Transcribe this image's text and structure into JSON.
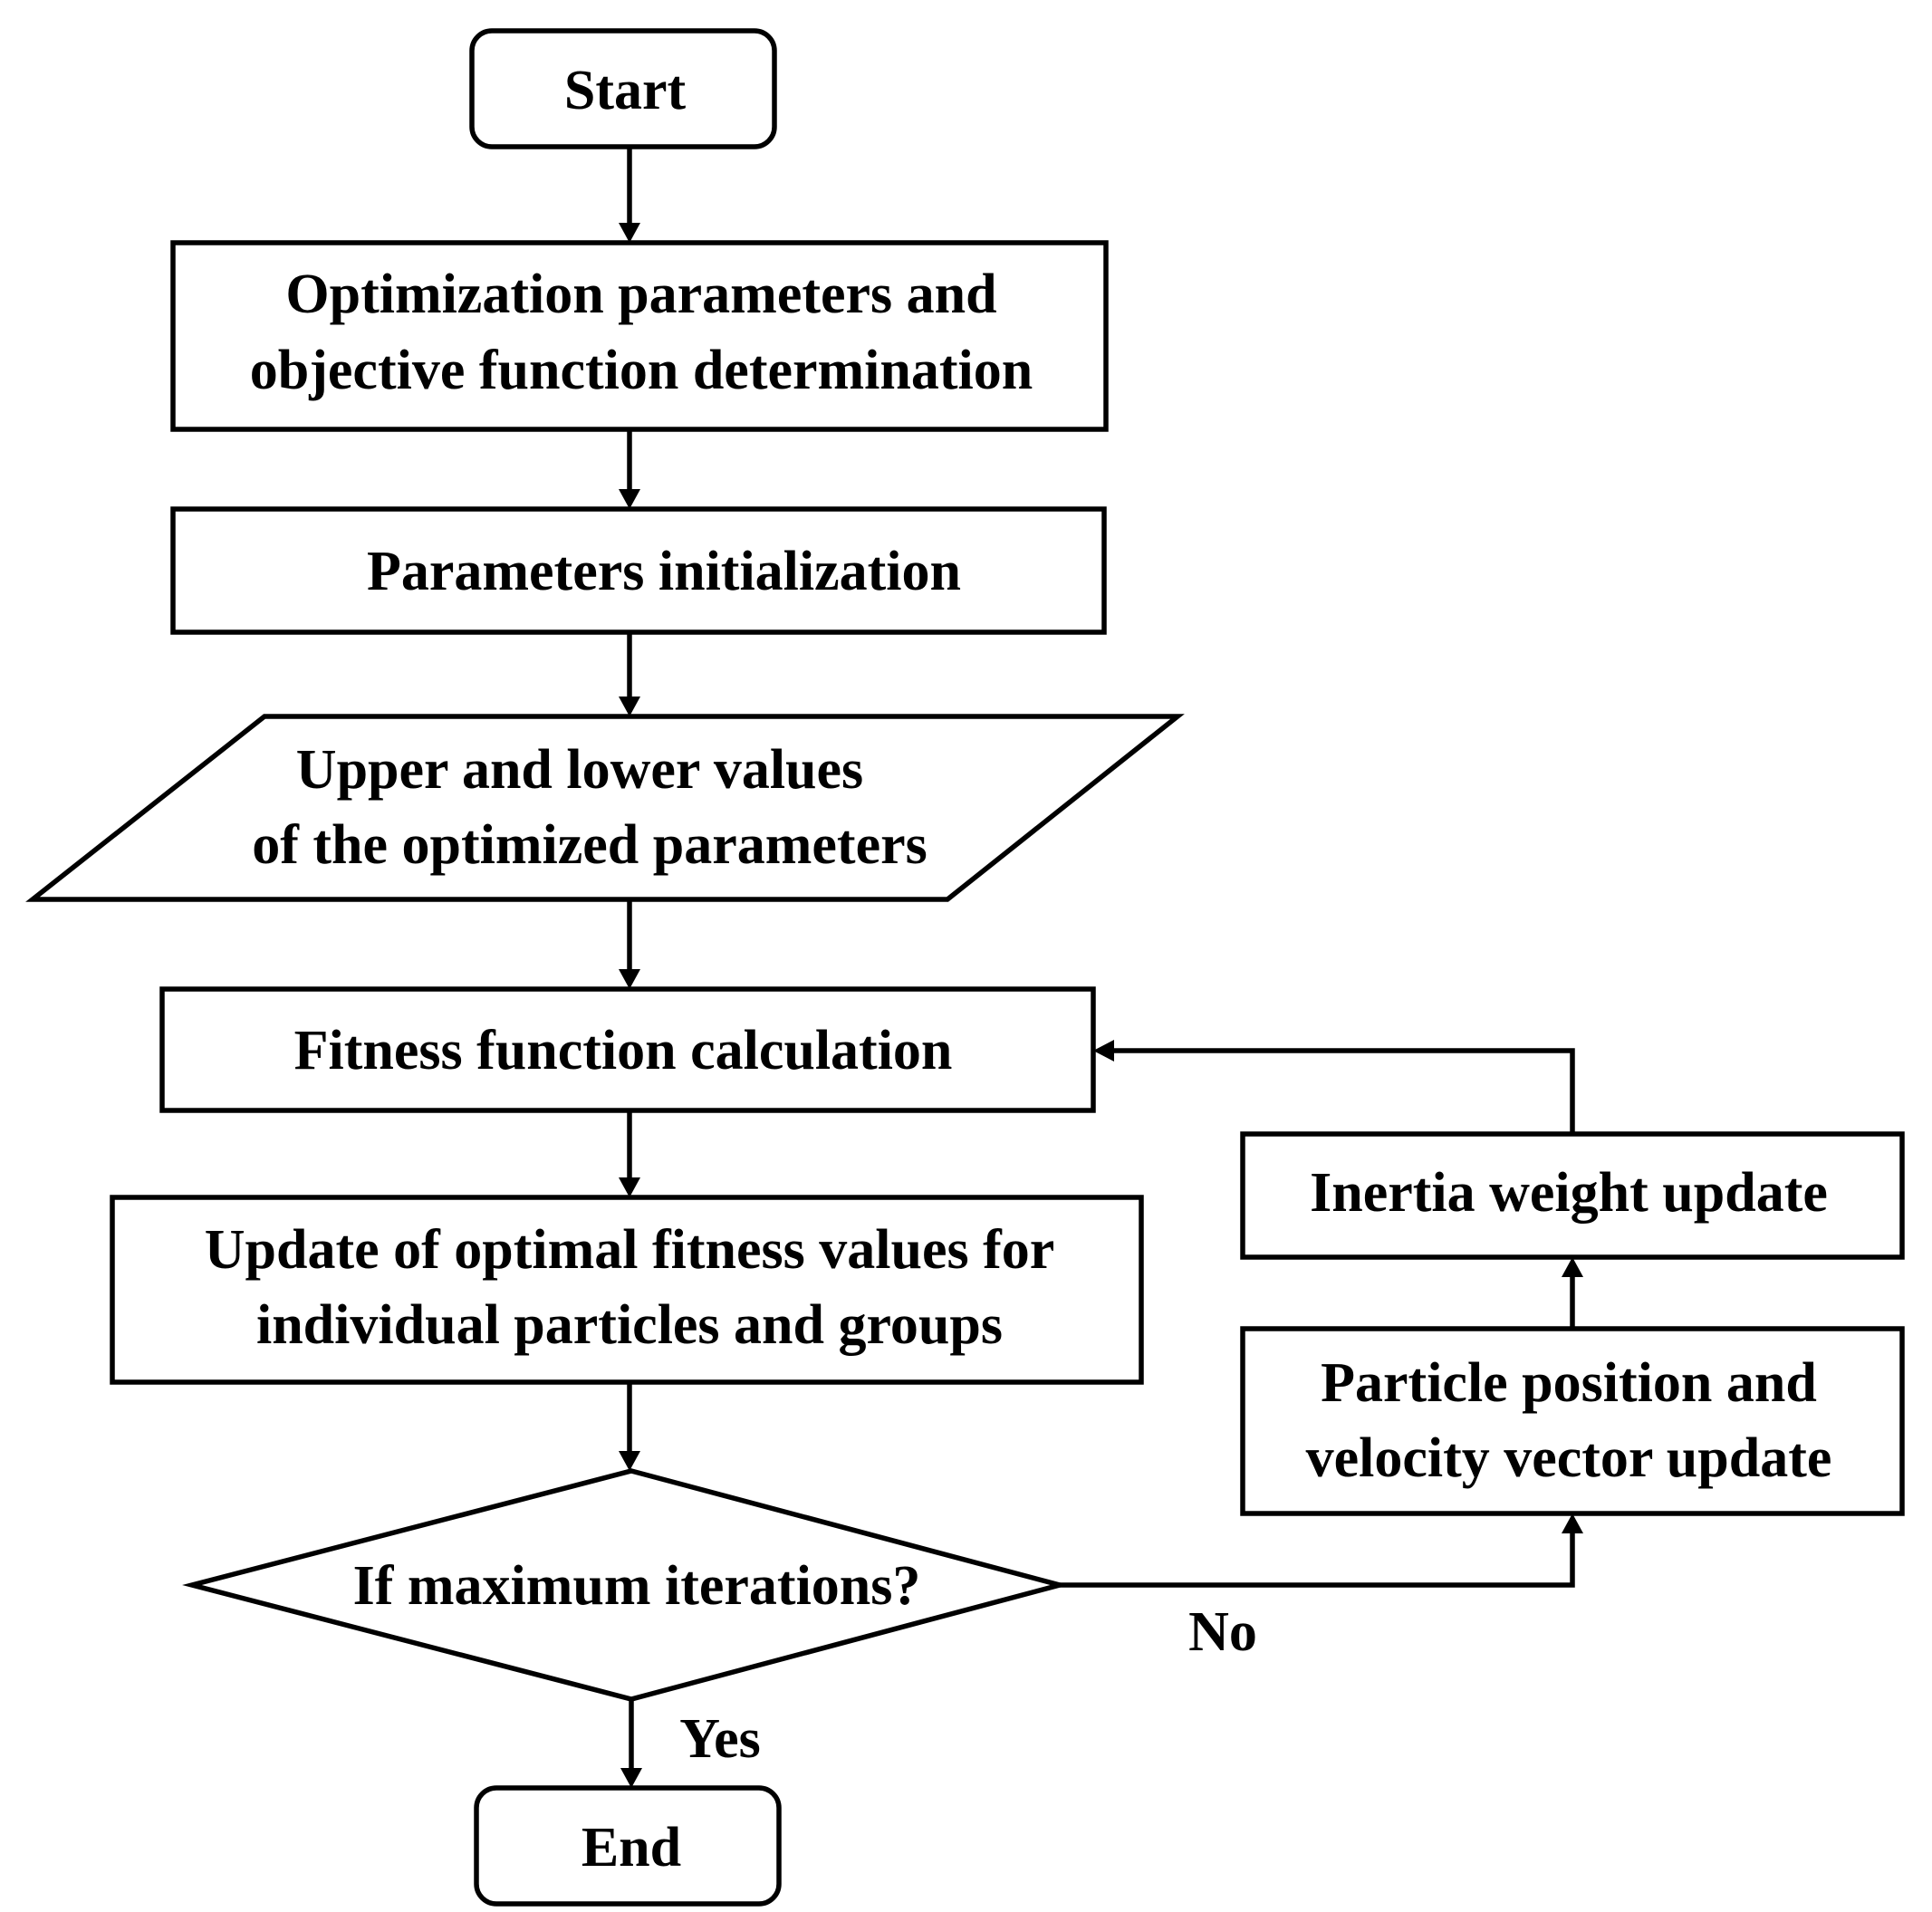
{
  "flowchart": {
    "start": {
      "lines": [
        "Start"
      ]
    },
    "objective": {
      "lines": [
        "Optimization parameters and",
        "objective function determination"
      ]
    },
    "init": {
      "lines": [
        "Parameters initialization"
      ]
    },
    "bounds": {
      "lines": [
        "Upper and lower values",
        "of the optimized parameters"
      ]
    },
    "fitness": {
      "lines": [
        "Fitness function calculation"
      ]
    },
    "update_optimal": {
      "lines": [
        "Update of optimal fitness values for",
        "individual particles and groups"
      ]
    },
    "decision": {
      "lines": [
        "If maximum iterations?"
      ]
    },
    "end": {
      "lines": [
        "End"
      ]
    },
    "inertia": {
      "lines": [
        "Inertia weight update"
      ]
    },
    "particle": {
      "lines": [
        "Particle position and",
        "velocity vector update"
      ]
    },
    "label_yes": "Yes",
    "label_no": "No"
  }
}
